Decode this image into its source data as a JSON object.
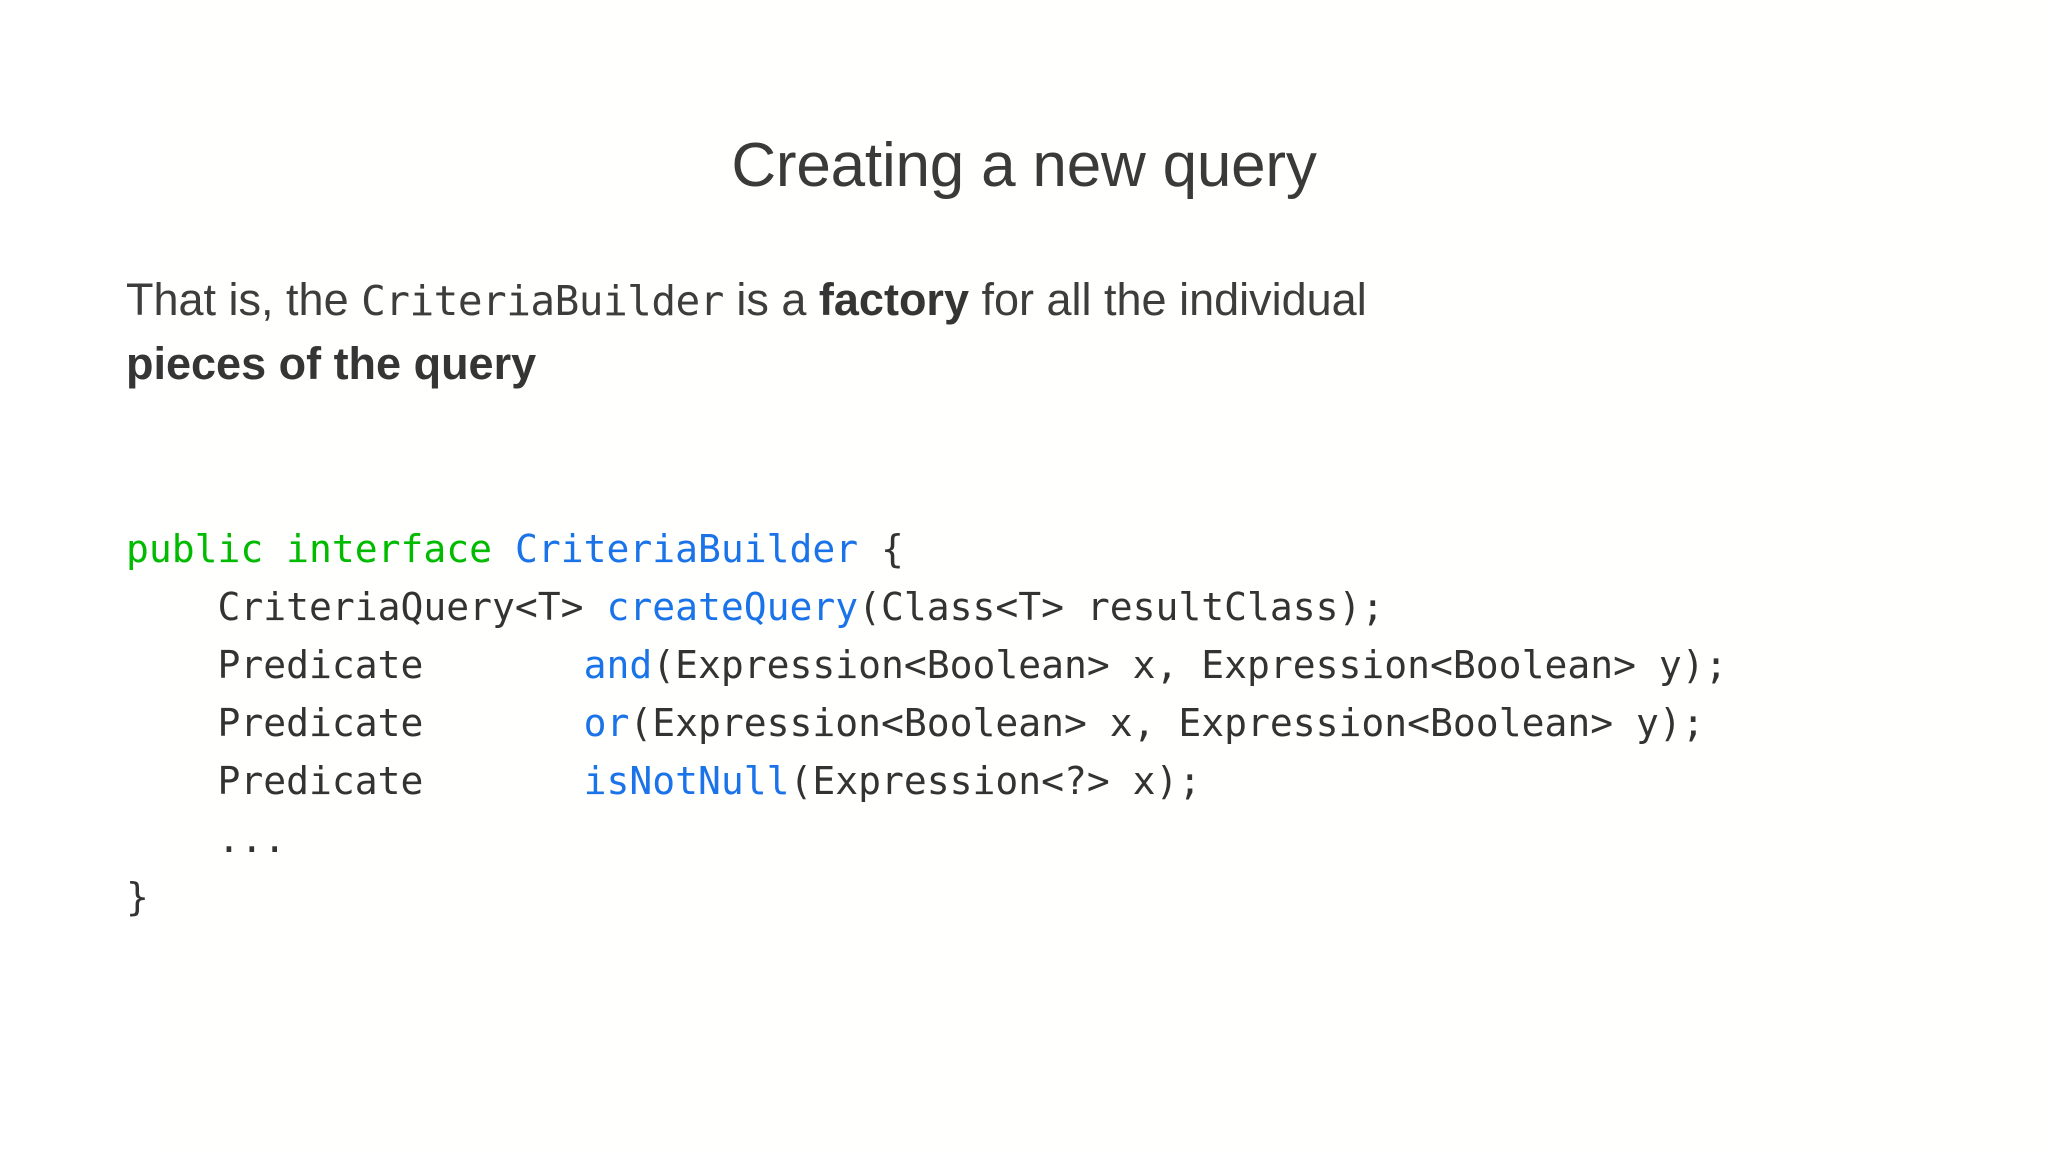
{
  "slide": {
    "title": "Creating a new query",
    "background_color": "#ffffff",
    "title_color": "#3a3a3a"
  },
  "body": {
    "line1_prefix": "That is, the ",
    "line1_code": "CriteriaBuilder",
    "line1_mid": " is a ",
    "line1_bold": "factory",
    "line1_suffix": " for all the individual",
    "line2_bold": "pieces of the query"
  },
  "code": {
    "language": "java",
    "colors": {
      "keyword": "#00bb00",
      "type": "#1a73e8",
      "function": "#1a73e8",
      "plain": "#333333"
    },
    "lines": [
      {
        "id": "line-interface-decl",
        "tokens": [
          {
            "t": "public interface ",
            "c": "kw"
          },
          {
            "t": "CriteriaBuilder",
            "c": "type"
          },
          {
            "t": " {",
            "c": "pln"
          }
        ]
      },
      {
        "id": "line-create-query",
        "tokens": [
          {
            "t": "    CriteriaQuery<T> ",
            "c": "pln"
          },
          {
            "t": "createQuery",
            "c": "fn"
          },
          {
            "t": "(Class<T> resultClass);",
            "c": "pln"
          }
        ]
      },
      {
        "id": "line-and",
        "tokens": [
          {
            "t": "    Predicate       ",
            "c": "pln"
          },
          {
            "t": "and",
            "c": "fn"
          },
          {
            "t": "(Expression<Boolean> x, Expression<Boolean> y);",
            "c": "pln"
          }
        ]
      },
      {
        "id": "line-or",
        "tokens": [
          {
            "t": "    Predicate       ",
            "c": "pln"
          },
          {
            "t": "or",
            "c": "fn"
          },
          {
            "t": "(Expression<Boolean> x, Expression<Boolean> y);",
            "c": "pln"
          }
        ]
      },
      {
        "id": "line-is-not-null",
        "tokens": [
          {
            "t": "    Predicate       ",
            "c": "pln"
          },
          {
            "t": "isNotNull",
            "c": "fn"
          },
          {
            "t": "(Expression<?> x);",
            "c": "pln"
          }
        ]
      },
      {
        "id": "line-ellipsis",
        "tokens": [
          {
            "t": "    ...",
            "c": "pln"
          }
        ]
      },
      {
        "id": "line-close-brace",
        "tokens": [
          {
            "t": "}",
            "c": "pln"
          }
        ]
      }
    ]
  }
}
